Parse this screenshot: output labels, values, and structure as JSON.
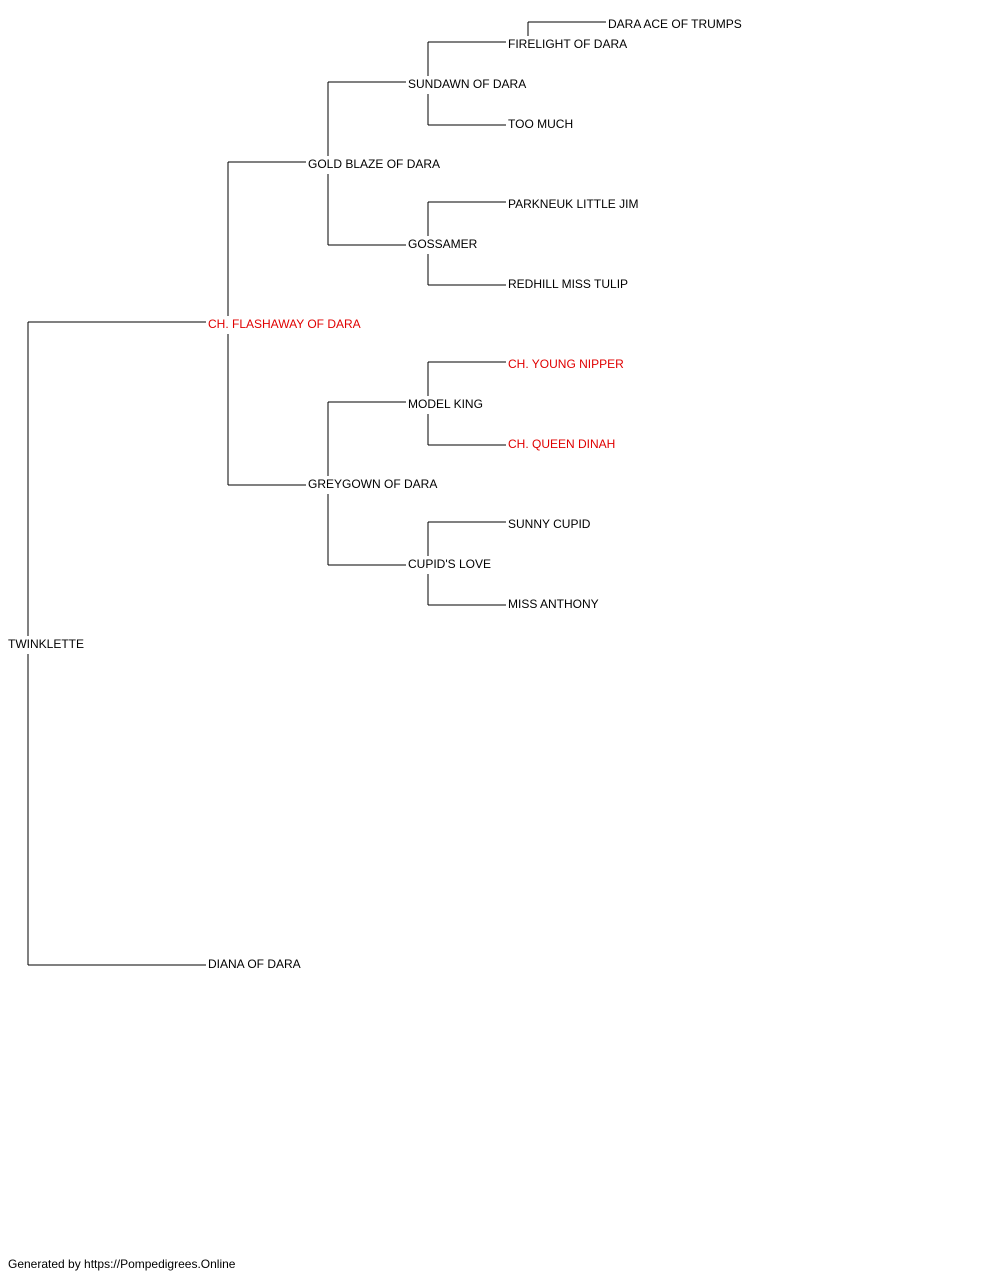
{
  "pedigree": {
    "subject": {
      "name": "TWINKLETTE",
      "champion": false
    },
    "sire": {
      "name": "CH. FLASHAWAY OF DARA",
      "champion": true
    },
    "dam": {
      "name": "DIANA OF DARA",
      "champion": false
    },
    "sire_sire": {
      "name": "GOLD BLAZE OF DARA",
      "champion": false
    },
    "sire_dam": {
      "name": "GREYGOWN OF DARA",
      "champion": false
    },
    "ss_sire": {
      "name": "SUNDAWN OF DARA",
      "champion": false
    },
    "ss_dam": {
      "name": "GOSSAMER",
      "champion": false
    },
    "sd_sire": {
      "name": "MODEL KING",
      "champion": false
    },
    "sd_dam": {
      "name": "CUPID'S LOVE",
      "champion": false
    },
    "sss_sire": {
      "name": "FIRELIGHT OF DARA",
      "champion": false
    },
    "sss_dam": {
      "name": "TOO MUCH",
      "champion": false
    },
    "ssd_sire": {
      "name": "PARKNEUK LITTLE JIM",
      "champion": false
    },
    "ssd_dam": {
      "name": "REDHILL MISS TULIP",
      "champion": false
    },
    "sds_sire": {
      "name": "CH. YOUNG NIPPER",
      "champion": true
    },
    "sds_dam": {
      "name": "CH. QUEEN DINAH",
      "champion": true
    },
    "sdd_sire": {
      "name": "SUNNY CUPID",
      "champion": false
    },
    "sdd_dam": {
      "name": "MISS ANTHONY",
      "champion": false
    },
    "ssss_sire": {
      "name": "DARA ACE OF TRUMPS",
      "champion": false
    }
  },
  "colors": {
    "champion": "#e00000",
    "regular": "#000000",
    "line": "#000000"
  },
  "footer": {
    "text": "Generated by https://Pompedigrees.Online"
  }
}
